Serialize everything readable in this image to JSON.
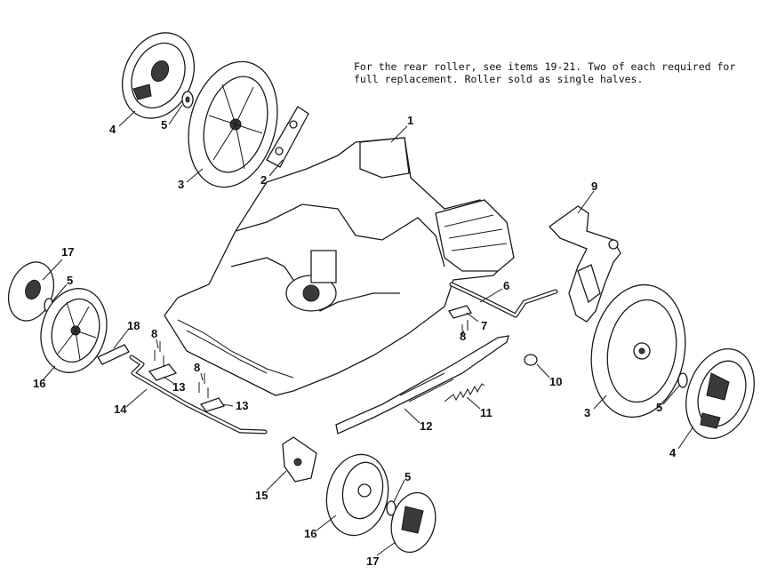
{
  "note": {
    "text": "For the rear roller, see items 19-21. Two of each required for\nfull replacement. Roller sold as single halves."
  },
  "callouts": {
    "c1": "1",
    "c2": "2",
    "c3a": "3",
    "c3b": "3",
    "c4a": "4",
    "c4b": "4",
    "c5a": "5",
    "c5b": "5",
    "c5c": "5",
    "c5d": "5",
    "c6": "6",
    "c7": "7",
    "c8a": "8",
    "c8b": "8",
    "c8c": "8",
    "c9": "9",
    "c10": "10",
    "c11": "11",
    "c12": "12",
    "c13a": "13",
    "c13b": "13",
    "c14": "14",
    "c15": "15",
    "c16a": "16",
    "c16b": "16",
    "c17a": "17",
    "c17b": "17",
    "c18": "18"
  }
}
